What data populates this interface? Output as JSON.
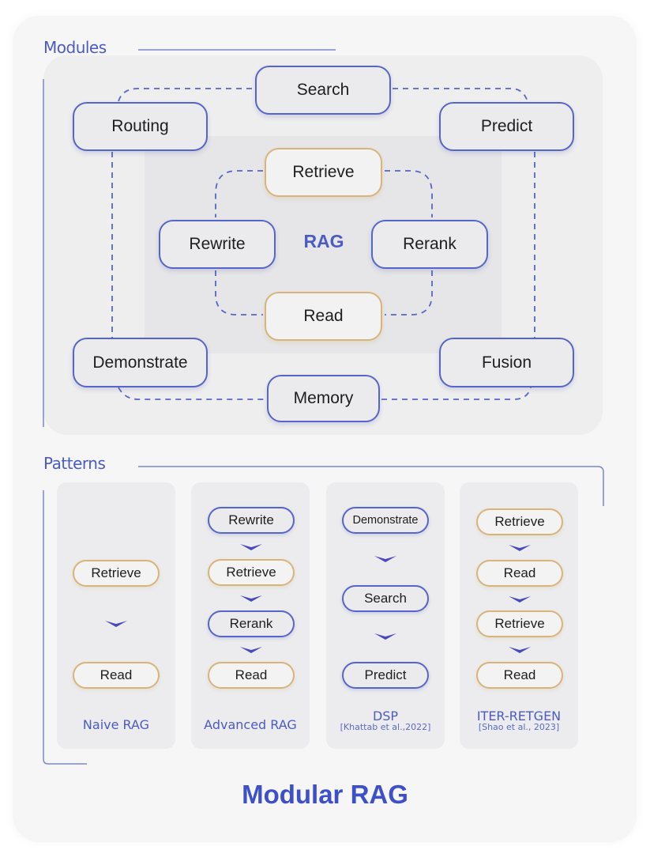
{
  "title": "Modular RAG",
  "colors": {
    "accent": "#4a5bc4",
    "blue_border": "#5566c8",
    "orange_border": "#d9b47a",
    "text": "#1e1e1e"
  },
  "modules": {
    "label": "Modules",
    "outer_nodes": {
      "search": "Search",
      "routing": "Routing",
      "predict": "Predict",
      "demonstrate": "Demonstrate",
      "fusion": "Fusion",
      "memory": "Memory"
    },
    "rag": {
      "label": "RAG",
      "retrieve": "Retrieve",
      "rewrite": "Rewrite",
      "rerank": "Rerank",
      "read": "Read"
    }
  },
  "patterns": {
    "label": "Patterns",
    "columns": [
      {
        "title": "Naive RAG",
        "citation": "",
        "steps": [
          "Retrieve",
          "Read"
        ]
      },
      {
        "title": "Advanced RAG",
        "citation": "",
        "steps": [
          "Rewrite",
          "Retrieve",
          "Rerank",
          "Read"
        ]
      },
      {
        "title": "DSP",
        "citation": "[Khattab et al.,2022]",
        "steps": [
          "Demonstrate",
          "Search",
          "Predict"
        ]
      },
      {
        "title": "ITER-RETGEN",
        "citation": "[Shao et al., 2023]",
        "steps": [
          "Retrieve",
          "Read",
          "Retrieve",
          "Read"
        ]
      }
    ]
  }
}
